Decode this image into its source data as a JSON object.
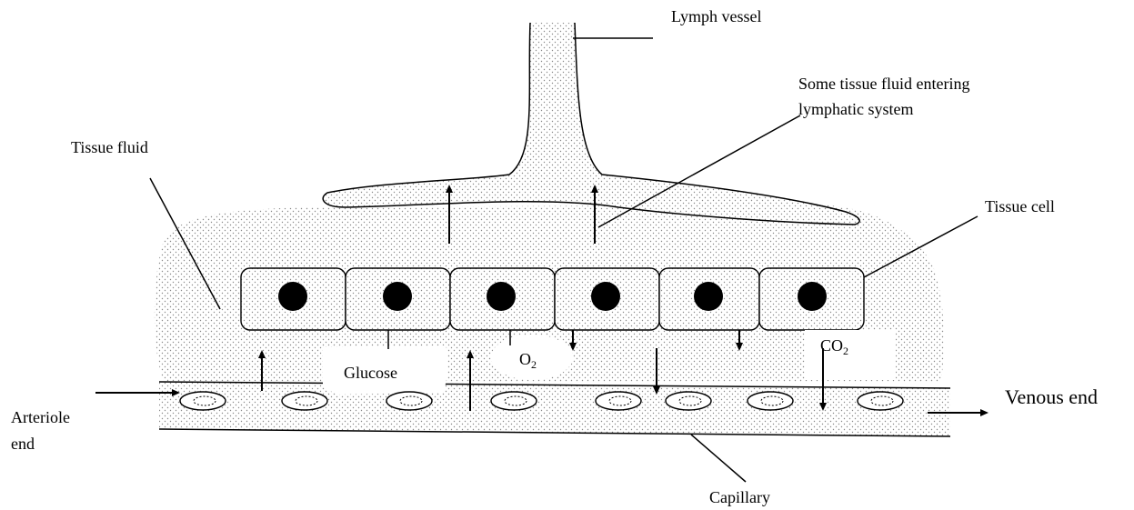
{
  "labels": {
    "lymph_vessel": "Lymph vessel",
    "entering_line1": "Some tissue fluid entering",
    "entering_line2": "lymphatic system",
    "tissue_fluid": "Tissue fluid",
    "tissue_cell": "Tissue cell",
    "glucose": "Glucose",
    "o2": "O",
    "o2_sub": "2",
    "co2": "CO",
    "co2_sub": "2",
    "arteriole_line1": "Arteriole",
    "arteriole_line2": "end",
    "venous_end": "Venous end",
    "capillary": "Capillary"
  }
}
